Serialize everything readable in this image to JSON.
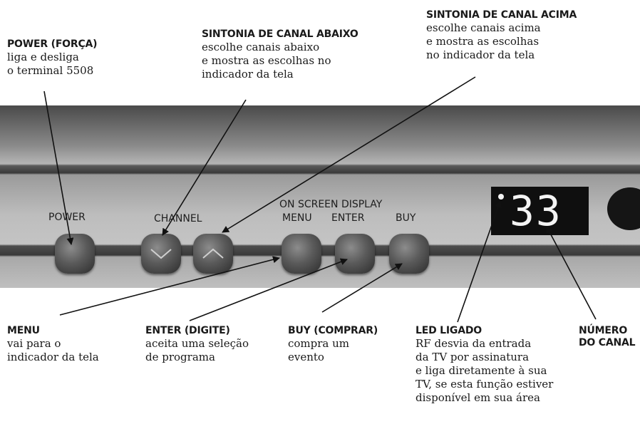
{
  "callouts": {
    "power": {
      "title": "POWER (FORÇA)",
      "desc": "liga e desliga\no terminal 5508"
    },
    "channel_down": {
      "title": "SINTONIA DE CANAL ABAIXO",
      "desc": "escolhe canais abaixo\ne mostra as escolhas no\nindicador da tela"
    },
    "channel_up": {
      "title": "SINTONIA DE CANAL ACIMA",
      "desc": "escolhe canais acima\ne mostra as escolhas\nno indicador da tela"
    },
    "menu": {
      "title": "MENU",
      "desc": "vai para o\nindicador da tela"
    },
    "enter": {
      "title": "ENTER (DIGITE)",
      "desc": "aceita uma seleção\nde programa"
    },
    "buy": {
      "title": "BUY (COMPRAR)",
      "desc": "compra um\nevento"
    },
    "led": {
      "title": "LED LIGADO",
      "desc": "RF desvia da entrada\nda TV por assinatura\ne liga diretamente à sua\nTV, se esta função estiver\ndisponível em sua área"
    },
    "channel_number": {
      "title_line1": "NÚMERO",
      "title_line2": "DO CANAL"
    }
  },
  "panel": {
    "power_label": "POWER",
    "channel_label": "CHANNEL",
    "osd_label": "ON SCREEN DISPLAY",
    "menu_label": "MENU",
    "enter_label": "ENTER",
    "buy_label": "BUY",
    "display_value": "33"
  },
  "icons": {
    "channel_down": "chevron-down-icon",
    "channel_up": "chevron-up-icon"
  }
}
